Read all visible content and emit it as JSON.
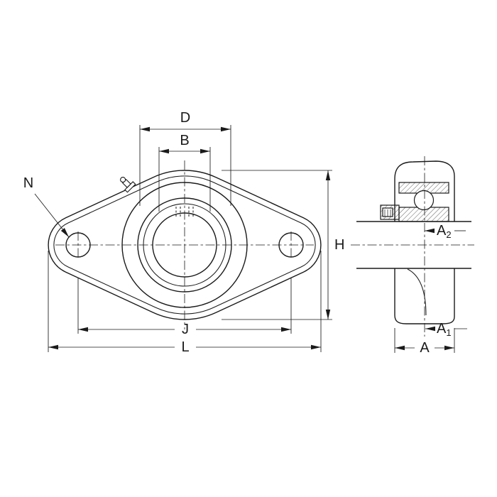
{
  "drawing": {
    "colors": {
      "line": "#1a1a1a",
      "background": "#ffffff"
    },
    "labels": {
      "d": "D",
      "b": "B",
      "n": "N",
      "h": "H",
      "j": "J",
      "l": "L",
      "a": "A",
      "a1": {
        "base": "A",
        "sub": "1"
      },
      "a2": {
        "base": "A",
        "sub": "2"
      }
    }
  }
}
